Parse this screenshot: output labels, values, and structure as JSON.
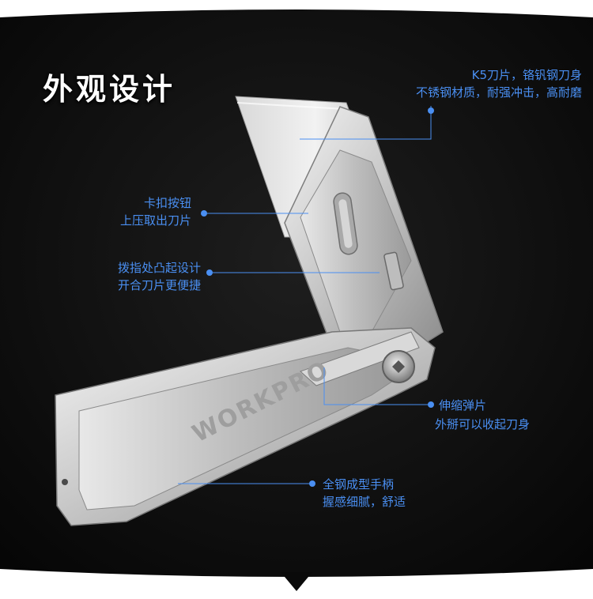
{
  "heading": "外观设计",
  "colors": {
    "accent": "#4a8ff2",
    "background": "#0a0a0a",
    "heading": "#ffffff"
  },
  "brand_mark": "WORKPRO",
  "callouts": [
    {
      "id": "blade",
      "lines": [
        "K5刀片，铬钒钢刀身",
        "不锈钢材质，耐强冲击，高耐磨"
      ]
    },
    {
      "id": "release-button",
      "lines": [
        "卡扣按钮",
        "上压取出刀片"
      ]
    },
    {
      "id": "thumb-stud",
      "lines": [
        "拨指处凸起设计",
        "开合刀片更便捷"
      ]
    },
    {
      "id": "spring-clip",
      "lines": [
        "伸缩弹片",
        "外掰可以收起刀身"
      ]
    },
    {
      "id": "handle",
      "lines": [
        "全钢成型手柄",
        "握感细腻，舒适"
      ]
    }
  ]
}
